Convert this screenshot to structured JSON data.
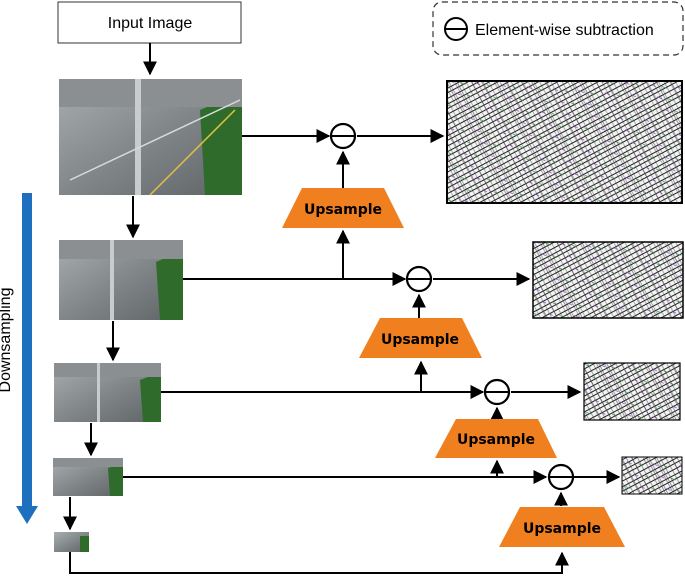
{
  "input_label": "Input Image",
  "legend": {
    "text": "Element-wise subtraction"
  },
  "side_label": "Downsampling",
  "upsample_label": "Upsample",
  "colors": {
    "upsample_fill": "#f07f1f",
    "downsampling_arrow": "#1f6fbf",
    "line": "#000000",
    "road": "#7c8184",
    "grass": "#2f6b2b"
  }
}
